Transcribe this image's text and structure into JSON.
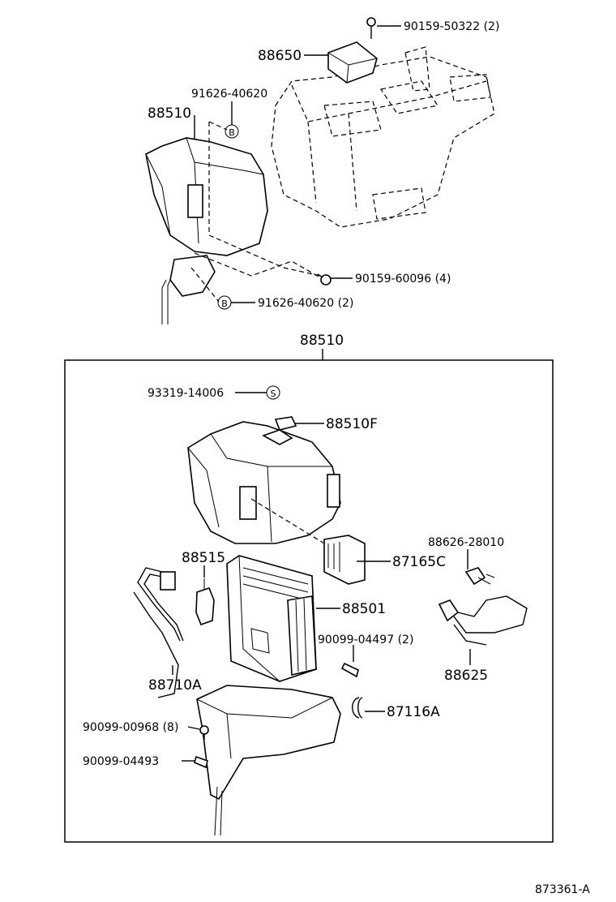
{
  "upper": {
    "bolt_top": "90159-50322 (2)",
    "part_88650": "88650",
    "part_91626_a": "91626-40620",
    "part_88510": "88510",
    "bolt_mid": "90159-60096 (4)",
    "part_91626_b": "91626-40620 (2)",
    "callout_b": "B"
  },
  "assembly_label": "88510",
  "lower": {
    "p93319": "93319-14006",
    "callout_s": "S",
    "p88510f": "88510F",
    "p88626": "88626-28010",
    "p88515": "88515",
    "p87165c": "87165C",
    "p88501": "88501",
    "p90099_04497": "90099-04497 (2)",
    "p88625": "88625",
    "p88710a": "88710A",
    "p87116a": "87116A",
    "p90099_00968": "90099-00968 (8)",
    "p90099_04493": "90099-04493"
  },
  "figure_number": "873361-A"
}
